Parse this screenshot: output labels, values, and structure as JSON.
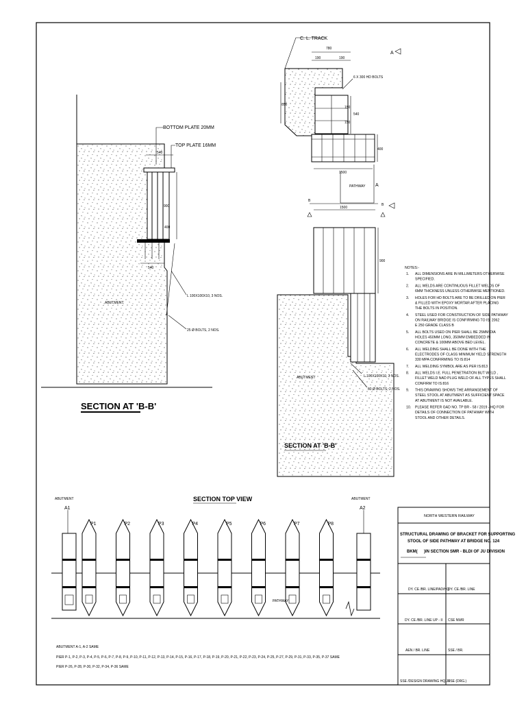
{
  "section_bb_left": {
    "title": "SECTION AT 'B-B'",
    "bottom_plate": "BOTTOM PLATE 20MM",
    "top_plate": "TOP PLATE 16MM",
    "dim_top": "540",
    "dim_900": "900",
    "dim_400": "400",
    "dim_bottom": "540",
    "abutment": "ABUTMENT",
    "angle": "L 100X100X10, 3 NOS.",
    "bolts": "25 Ø  BOLTS, 2 NOS."
  },
  "plan_view": {
    "cl_track": "C. L. TRACK",
    "dim_780": "780",
    "dim_190a": "190",
    "dim_190b": "190",
    "hd_bolts": "6 X 300 HD BOLTS",
    "dim_850": "850",
    "dim_150a": "150",
    "dim_540": "540",
    "dim_150b": "150",
    "dim_400": "400",
    "dim_1500": "1500",
    "pathway": "PATHWAY",
    "marker_a": "A",
    "marker_a2": "A"
  },
  "section_bb_right": {
    "marker_b": "B",
    "marker_b2": "B",
    "dim_1500": "1500",
    "dim_900": "900",
    "abutment": "ABUTMENT",
    "angle": "L 100X100X10, 3 NOS.",
    "bolts": "60 Ø BOLTS, 2 NOS.",
    "title": "SECTION AT 'B-B'"
  },
  "notes": {
    "heading": "NOTES:-",
    "items": [
      {
        "n": "1.",
        "lines": [
          "ALL DIMENSIONS ARE IN MILLIMETERS OTHERWISE",
          "SPECIFIED."
        ]
      },
      {
        "n": "2.",
        "lines": [
          "ALL WELDS ARE CONTINUOUS FILLET WELDS OF",
          "6MM THICKNESS UNLESS OTHERWISE MENTIONED."
        ]
      },
      {
        "n": "3.",
        "lines": [
          "HOLES FOR HD BOLTS ARE TO BE DRILLED ON PIER",
          "& FILLED WITH EPOXY MORTAR AFTER PLACING",
          "THE BOLTS IN POSITION."
        ]
      },
      {
        "n": "4.",
        "lines": [
          "STEEL USED FOR CONSTRUCTION OF SIDE PATHWAY",
          "ON RAILWAY BRIDGE IS CONFIRMING TO IS: 2062",
          "E 250 GRADE CLASS B"
        ]
      },
      {
        "n": "5.",
        "lines": [
          "ALL BOLTS USED ON PIER SHALL BE 25MM DIA",
          "HOLES 450MM LONG, 350MM EMBEDDED IN",
          "CONCRETE & 100MM ABOVE BED LEVEL."
        ]
      },
      {
        "n": "6.",
        "lines": [
          "ALL WELDING SHALL BE DONE WITH THE",
          "ELECTRODES OF CLASS MINIMUM YIELD STRENGTH",
          "330 MPA CONFIRMING TO IS:814"
        ]
      },
      {
        "n": "7.",
        "lines": [
          "ALL WELDING SYMBOL ARE AS PER IS:813"
        ]
      },
      {
        "n": "8.",
        "lines": [
          "ALL WELDS I.E. FULL PENETRATION BUT WELD ,",
          "FILLET WELD NAD PLUG WELD OF ALL TYPES SHALL",
          "CONFIRM TO IS:816"
        ]
      },
      {
        "n": "9.",
        "lines": [
          "THIS DRAWING SHOWS THE ARRANGEMENT OF",
          "STEEL STOOL AT ABUTMENT AS SUFFICIENT SPACE",
          "AT ABUTMENT IS NOT AVAILABLE."
        ]
      },
      {
        "n": "10.",
        "lines": [
          "PLEASE REFER GAD NO. TP BR - 58 / 2019 - HQ FOR",
          "DETAILS OF CONNECTION OF PATHWAY WITH",
          "STOOL AND OTHER DETAILS."
        ]
      }
    ]
  },
  "top_view": {
    "title": "SECTION TOP VIEW",
    "abutment_left": "ABUTMENT",
    "a1": "A1",
    "abutment_right": "ABUTMENT",
    "a2": "A2",
    "piers": [
      "P1",
      "P2",
      "P3",
      "P4",
      "P5",
      "P6",
      "P7",
      "P8"
    ],
    "pathway": "PATHWAY",
    "same1": "ABUTMENT A-1, A-2 SAME",
    "same2": "PIER P-1, P-2, P-3, P-4, P-5, P-6, P-7, P-8, P-9, P-10, P-11, P-12, P-13, P-14, P-15, P-16, P-17, P-18, P-19, P-20, P-21, P-22, P-23, P-24, P-25, P-27, P-29, P-31, P-33, P-35, P-37 SAME",
    "same3": "PIER P-26, P-28, P-30, P-32, P-34, P-36 SAME"
  },
  "title_block": {
    "railway": "NORTH  WESTERN RAILWAY",
    "title1": "STRUCTURAL DRAWING OF BRACKET FOR SUPPORTING",
    "title2": "STOOL OF SIDE PATHWAY AT BRIDGE NO. 124",
    "bkm": "BKM(",
    "title3": ")IN SECTION SMR - BLDI OF JU DIVISION",
    "r1a": "DY. CE /BR. LINE/PAD/HQ",
    "r1b": "DY. CE /BR. LINE",
    "r2a": "DY. CE /BR. LINE UP - II",
    "r2b": "CSE NWR",
    "r3a": "AEN / BR. LINE",
    "r3b": "SSE / BR.",
    "r4a": "SSE /DESIGN DRAWING HQ/JP",
    "r4b": "SSE (DRG.)"
  }
}
